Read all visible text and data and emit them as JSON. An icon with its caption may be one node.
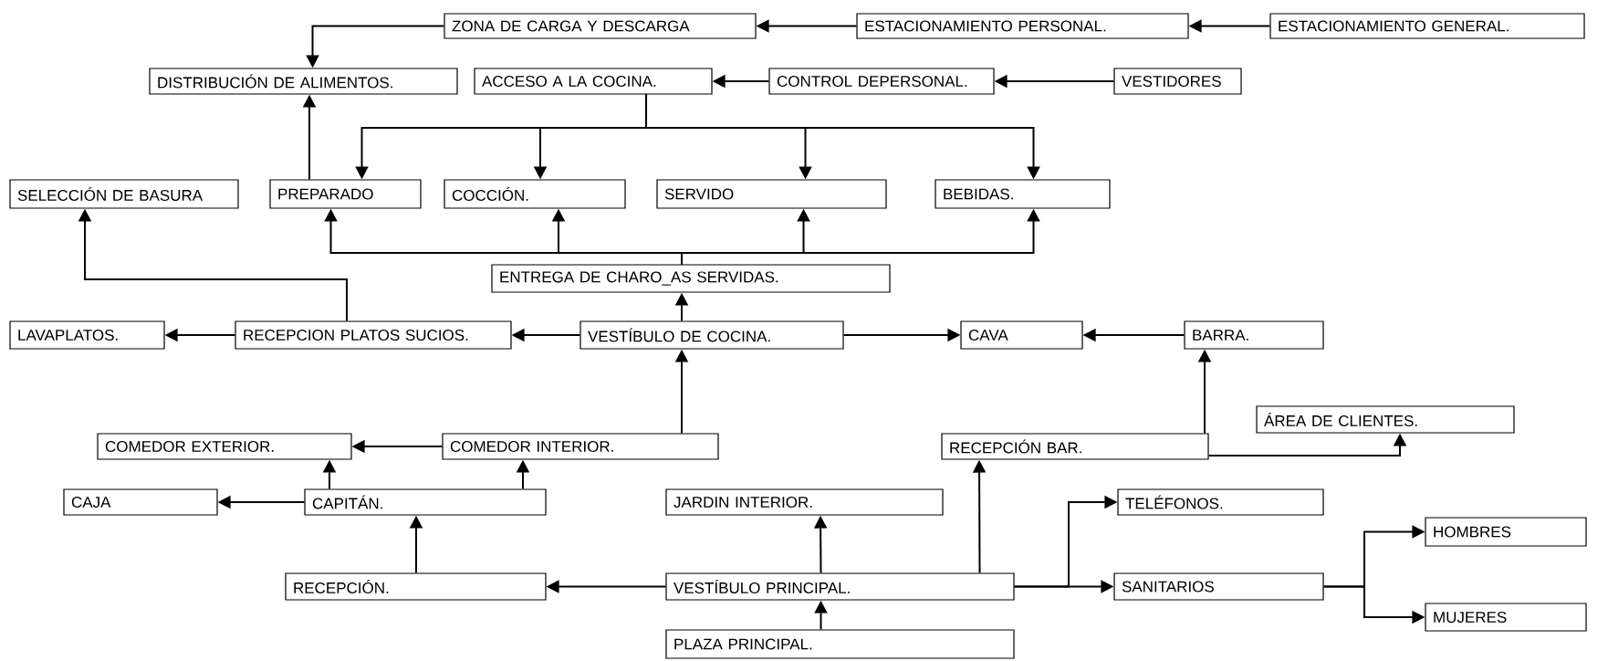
{
  "diagram": {
    "nodes": [
      {
        "text": [
          "ZONA DE CARGA Y DESCARGA"
        ]
      },
      {
        "text": [
          "ESTACIONAMIENTO PERSONAL."
        ]
      },
      {
        "text": [
          "ESTACIONAMIENTO GENERAL."
        ]
      },
      {
        "text": [
          "DISTRIBUCIÓN DE ALIMENTOS."
        ]
      },
      {
        "text": [
          "ACCESO A LA COCINA."
        ]
      },
      {
        "text": [
          "CONTROL DEPERSONAL."
        ]
      },
      {
        "text": [
          "VESTIDORES"
        ]
      },
      {
        "text": [
          "SELECCIÓN DE BASURA"
        ]
      },
      {
        "text": [
          "PREPARADO"
        ]
      },
      {
        "text": [
          "COCCIÓN."
        ]
      },
      {
        "text": [
          "SERVIDO"
        ]
      },
      {
        "text": [
          "BEBIDAS."
        ]
      },
      {
        "text": [
          "ENTREGA DE CHARO_AS SERVIDAS."
        ]
      },
      {
        "text": [
          "LAVAPLATOS."
        ]
      },
      {
        "text": [
          "RECEPCION PLATOS SUCIOS."
        ]
      },
      {
        "text": [
          "VESTÍBULO DE COCINA."
        ]
      },
      {
        "text": [
          "CAVA"
        ]
      },
      {
        "text": [
          "BARRA."
        ]
      },
      {
        "text": [
          "ÁREA DE CLIENTES."
        ]
      },
      {
        "text": [
          "COMEDOR EXTERIOR."
        ]
      },
      {
        "text": [
          "COMEDOR INTERIOR."
        ]
      },
      {
        "text": [
          "RECEPCIÓN BAR."
        ]
      },
      {
        "text": [
          "CAJA"
        ]
      },
      {
        "text": [
          "CAPITÁN."
        ]
      },
      {
        "text": [
          "JARDIN INTERIOR."
        ]
      },
      {
        "text": [
          "TELÉFONOS."
        ]
      },
      {
        "text": [
          "HOMBRES"
        ]
      },
      {
        "text": [
          "RECEPCIÓN."
        ]
      },
      {
        "text": [
          "VESTÍBULO PRINCIPAL."
        ]
      },
      {
        "text": [
          "SANITARIOS"
        ]
      },
      {
        "text": [
          "MUJERES"
        ]
      },
      {
        "text": [
          "PLAZA PRINCIPAL."
        ]
      }
    ],
    "edges": [
      {
        "from": 0,
        "to": 3,
        "arrow": "to"
      },
      {
        "from": 1,
        "to": 0,
        "arrow": "to"
      },
      {
        "from": 2,
        "to": 1,
        "arrow": "to"
      },
      {
        "from": 5,
        "to": 4,
        "arrow": "to"
      },
      {
        "from": 6,
        "to": 5,
        "arrow": "to"
      },
      {
        "from": 4,
        "to": 8,
        "arrow": "to"
      },
      {
        "from": 4,
        "to": 9,
        "arrow": "to"
      },
      {
        "from": 4,
        "to": 10,
        "arrow": "to"
      },
      {
        "from": 4,
        "to": 11,
        "arrow": "to"
      },
      {
        "from": 8,
        "to": 3,
        "arrow": "to"
      },
      {
        "from": 12,
        "to": 8,
        "arrow": "to"
      },
      {
        "from": 12,
        "to": 9,
        "arrow": "to"
      },
      {
        "from": 12,
        "to": 10,
        "arrow": "to"
      },
      {
        "from": 12,
        "to": 11,
        "arrow": "to"
      },
      {
        "from": 15,
        "to": 12,
        "arrow": "to"
      },
      {
        "from": 14,
        "to": 13,
        "arrow": "to"
      },
      {
        "from": 14,
        "to": 7,
        "arrow": "to"
      },
      {
        "from": 15,
        "to": 14,
        "arrow": "to"
      },
      {
        "from": 15,
        "to": 16,
        "arrow": "to"
      },
      {
        "from": 17,
        "to": 16,
        "arrow": "to"
      },
      {
        "from": 21,
        "to": 17,
        "arrow": "to"
      },
      {
        "from": 21,
        "to": 18,
        "arrow": "to"
      },
      {
        "from": 20,
        "to": 15,
        "arrow": "to"
      },
      {
        "from": 20,
        "to": 19,
        "arrow": "to"
      },
      {
        "from": 23,
        "to": 19,
        "arrow": "to"
      },
      {
        "from": 23,
        "to": 20,
        "arrow": "to"
      },
      {
        "from": 23,
        "to": 22,
        "arrow": "to"
      },
      {
        "from": 27,
        "to": 23,
        "arrow": "to"
      },
      {
        "from": 28,
        "to": 27,
        "arrow": "to"
      },
      {
        "from": 28,
        "to": 24,
        "arrow": "to"
      },
      {
        "from": 28,
        "to": 21,
        "arrow": "to"
      },
      {
        "from": 28,
        "to": 25,
        "arrow": "to"
      },
      {
        "from": 28,
        "to": 29,
        "arrow": "to"
      },
      {
        "from": 29,
        "to": 26,
        "arrow": "to"
      },
      {
        "from": 29,
        "to": 30,
        "arrow": "to"
      },
      {
        "from": 31,
        "to": 28,
        "arrow": "to"
      }
    ]
  }
}
